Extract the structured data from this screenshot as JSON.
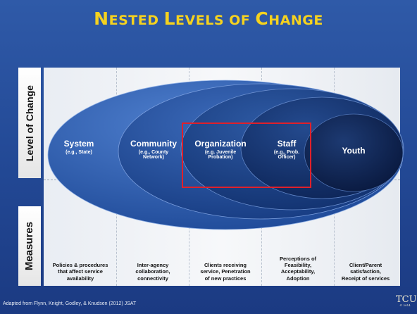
{
  "title_parts": [
    "N",
    "ESTED ",
    "L",
    "EVELS OF ",
    "C",
    "HANGE"
  ],
  "side": {
    "level_label": "Level of Change",
    "measures_label": "Measures"
  },
  "levels": [
    {
      "label": "System",
      "sub": "(e.g., State)"
    },
    {
      "label": "Community",
      "sub": "(e.g., County\nNetwork)"
    },
    {
      "label": "Organization",
      "sub": "(e.g. Juvenile\nProbation)"
    },
    {
      "label": "Staff",
      "sub": "(e.g., Prob.\nOfficer)"
    },
    {
      "label": "Youth",
      "sub": ""
    }
  ],
  "measures": [
    "Policies & procedures\nthat affect service\navailability",
    "Inter-agency\ncollaboration,\nconnectivity",
    "Clients receiving\nservice, Penetration\nof new practices",
    "Perceptions of\nFeasibility,\nAcceptability,\nAdoption",
    "Client/Parent\nsatisfaction,\nReceipt of services"
  ],
  "footer": "Adapted from Flynn, Knight, Godley, & Knudsen (2012) JSAT",
  "logo": {
    "text": "TCU",
    "year": "© 2014"
  },
  "colors": {
    "title": "#f5d21f",
    "background": "#244b98",
    "highlight": "#e0202a"
  }
}
